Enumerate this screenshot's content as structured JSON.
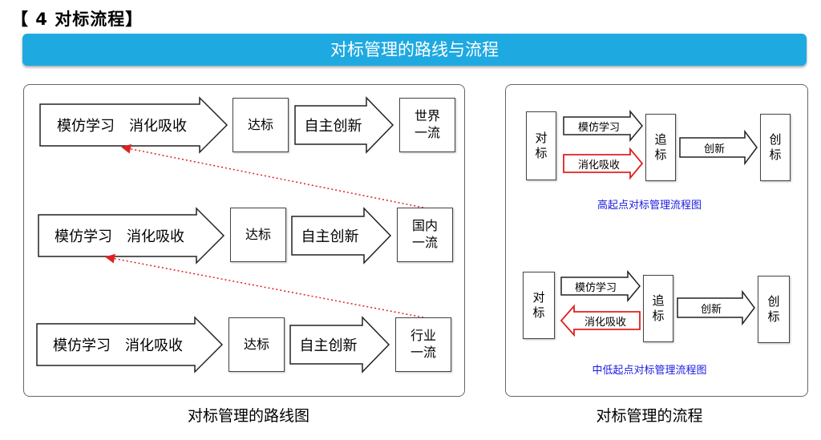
{
  "section_title": "【 4 对标流程】",
  "banner_title": "对标管理的路线与流程",
  "roadmap": {
    "caption": "对标管理的路线图",
    "rows": [
      {
        "arrow1": "模仿学习　消化吸收",
        "box1": "达标",
        "arrow2": "自主创新",
        "box2_line1": "世界",
        "box2_line2": "一流"
      },
      {
        "arrow1": "模仿学习　消化吸收",
        "box1": "达标",
        "arrow2": "自主创新",
        "box2_line1": "国内",
        "box2_line2": "一流"
      },
      {
        "arrow1": "模仿学习　消化吸收",
        "box1": "达标",
        "arrow2": "自主创新",
        "box2_line1": "行业",
        "box2_line2": "一流"
      }
    ]
  },
  "flow": {
    "caption": "对标管理的流程",
    "high": {
      "left_1": "对",
      "left_2": "标",
      "arrow_top": "模仿学习",
      "arrow_bottom": "消化吸收",
      "mid_1": "追",
      "mid_2": "标",
      "arrow_right": "创新",
      "right_1": "创",
      "right_2": "标",
      "subcaption": "高起点对标管理流程图"
    },
    "low": {
      "left_1": "对",
      "left_2": "标",
      "arrow_top": "模仿学习",
      "arrow_bottom": "消化吸收",
      "mid_1": "追",
      "mid_2": "标",
      "arrow_right": "创新",
      "right_1": "创",
      "right_2": "标",
      "subcaption": "中低起点对标管理流程图"
    }
  },
  "colors": {
    "banner": "#1fa9e1",
    "dotted_arrow": "#e02020",
    "red_arrow": "#e02020",
    "subcaption": "#1a1ae0"
  }
}
